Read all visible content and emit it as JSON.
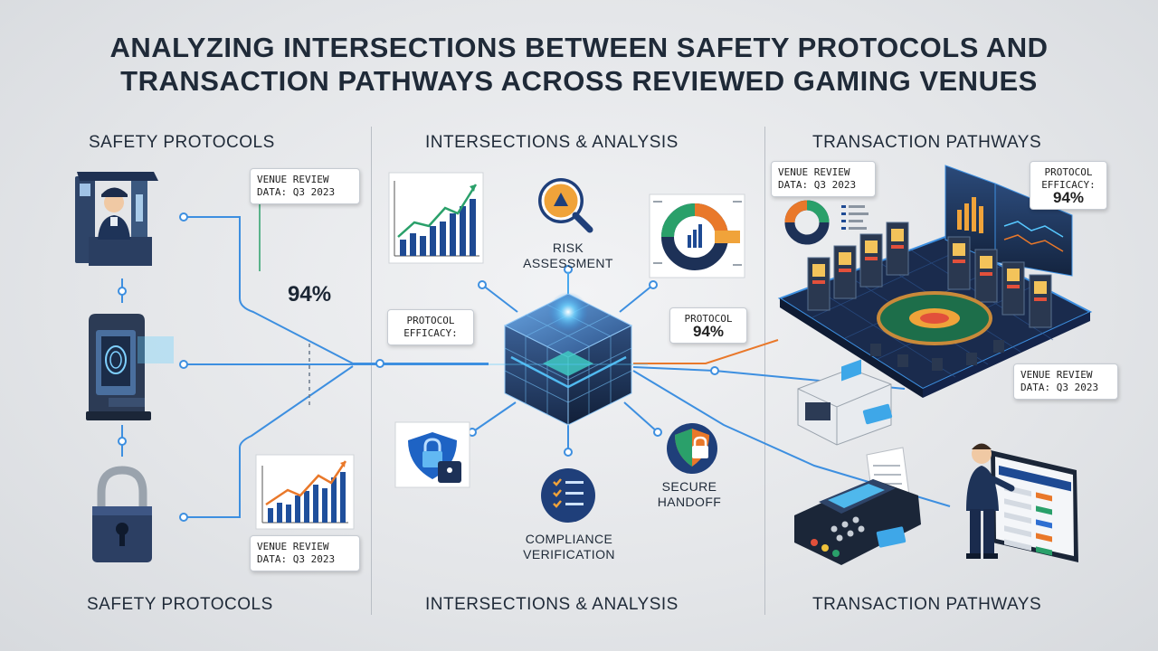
{
  "title": {
    "line1": "ANALYZING INTERSECTIONS BETWEEN SAFETY PROTOCOLS AND",
    "line2": "TRANSACTION PATHWAYS ACROSS REVIEWED GAMING VENUES"
  },
  "columns": {
    "left_top": "SAFETY PROTOCOLS",
    "center_top": "INTERSECTIONS & ANALYSIS",
    "right_top": "TRANSACTION PATHWAYS",
    "left_bottom": "SAFETY PROTOCOLS",
    "center_bottom": "INTERSECTIONS & ANALYSIS",
    "right_bottom": "TRANSACTION PATHWAYS"
  },
  "left": {
    "review_top": {
      "line1": "VENUE REVIEW",
      "line2": "DATA: Q3 2023"
    },
    "stat": "94%",
    "review_bottom": {
      "line1": "VENUE REVIEW",
      "line2": "DATA: Q3 2023"
    }
  },
  "center": {
    "risk": {
      "line1": "RISK",
      "line2": "ASSESSMENT"
    },
    "protocol_left": {
      "line1": "PROTOCOL",
      "line2": "EFFICACY:"
    },
    "protocol_right": {
      "line1": "PROTOCOL",
      "value": "94%"
    },
    "compliance": {
      "line1": "COMPLIANCE",
      "line2": "VERIFICATION"
    },
    "secure": {
      "line1": "SECURE",
      "line2": "HANDOFF"
    }
  },
  "right": {
    "review_top": {
      "line1": "VENUE REVIEW",
      "line2": "DATA: Q3 2023"
    },
    "efficacy": {
      "line1": "PROTOCOL",
      "line2": "EFFICACY:",
      "value": "94%"
    },
    "review_mid": {
      "line1": "VENUE REVIEW",
      "line2": "DATA: Q3 2023"
    }
  },
  "colors": {
    "navy": "#1d3157",
    "blue": "#2f6fd1",
    "cyan": "#35b6e8",
    "orange": "#e9782a",
    "green": "#2aa06a",
    "line": "#3d8fe0"
  }
}
